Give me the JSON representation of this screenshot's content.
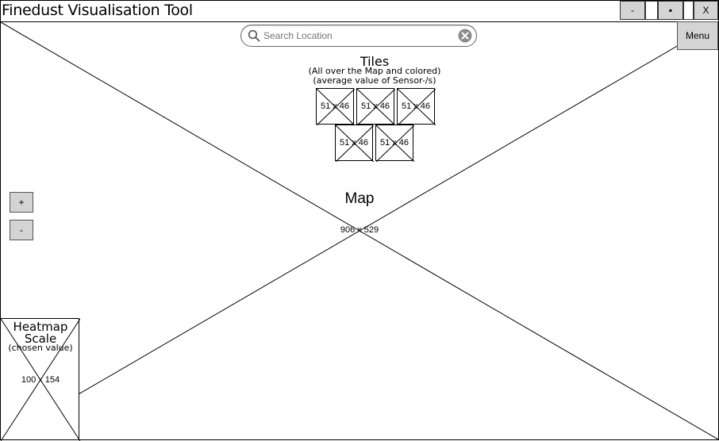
{
  "window": {
    "title": "Finedust Visualisation Tool",
    "controls": {
      "minimize": "-",
      "maximize": "▪",
      "close": "X"
    }
  },
  "search": {
    "placeholder": "Search Location",
    "value": ""
  },
  "menu": {
    "label": "Menu"
  },
  "tiles": {
    "title": "Tiles",
    "note_line1": "(All over the Map and colored)",
    "note_line2": "(average value of Sensor-/s)",
    "items": [
      {
        "size": "51 x 46"
      },
      {
        "size": "51 x 46"
      },
      {
        "size": "51 x 46"
      },
      {
        "size": "51 x 46"
      },
      {
        "size": "51 x 46"
      }
    ]
  },
  "map": {
    "title": "Map",
    "size": "906 x 529"
  },
  "zoom": {
    "in": "+",
    "out": "-"
  },
  "heatmap": {
    "title_line1": "Heatmap",
    "title_line2": "Scale",
    "subtitle": "(chosen value)",
    "size": "100 x 154"
  }
}
